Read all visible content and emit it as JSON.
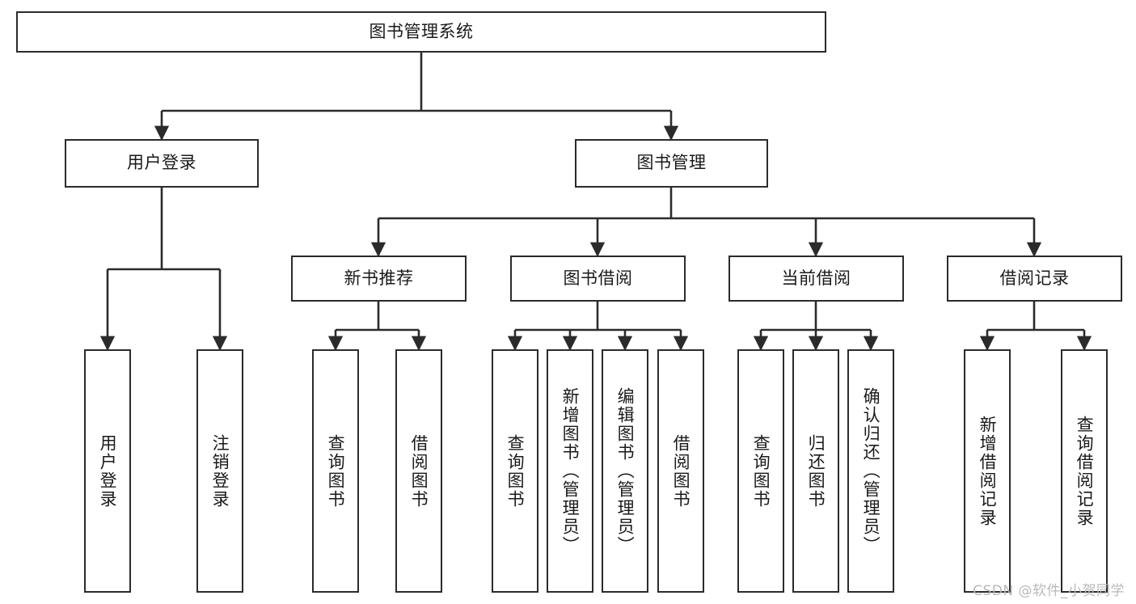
{
  "diagram": {
    "type": "hierarchy-tree",
    "title": "图书管理系统",
    "watermark": "CSDN @软件_小贺同学",
    "colors": {
      "stroke": "#2b2b2b",
      "fill": "#ffffff",
      "text": "#1a1a1a",
      "watermark": "#b9b9b9"
    },
    "nodes": {
      "root": {
        "label": "图书管理系统"
      },
      "level2": [
        {
          "id": "user-login",
          "label": "用户登录"
        },
        {
          "id": "book-management",
          "label": "图书管理"
        }
      ],
      "level3": [
        {
          "id": "new-book-recommend",
          "label": "新书推荐"
        },
        {
          "id": "book-borrow",
          "label": "图书借阅"
        },
        {
          "id": "current-borrow",
          "label": "当前借阅"
        },
        {
          "id": "borrow-record",
          "label": "借阅记录"
        }
      ],
      "leaves": {
        "user_login": [
          {
            "id": "leaf-user-login",
            "label": "用户登录"
          },
          {
            "id": "leaf-logout-login",
            "label": "注销登录"
          }
        ],
        "new_book_recommend": [
          {
            "id": "leaf-query-book-1",
            "label": "查询图书"
          },
          {
            "id": "leaf-borrow-book-1",
            "label": "借阅图书"
          }
        ],
        "book_borrow": [
          {
            "id": "leaf-query-book-2",
            "label": "查询图书"
          },
          {
            "id": "leaf-add-book",
            "label": "新增图书（管理员）"
          },
          {
            "id": "leaf-edit-book",
            "label": "编辑图书（管理员）"
          },
          {
            "id": "leaf-borrow-book-2",
            "label": "借阅图书"
          }
        ],
        "current_borrow": [
          {
            "id": "leaf-query-book-3",
            "label": "查询图书"
          },
          {
            "id": "leaf-return-book",
            "label": "归还图书"
          },
          {
            "id": "leaf-confirm-return",
            "label": "确认归还（管理员）"
          }
        ],
        "borrow_record": [
          {
            "id": "leaf-add-record",
            "label": "新增借阅记录"
          },
          {
            "id": "leaf-query-record",
            "label": "查询借阅记录"
          }
        ]
      }
    }
  }
}
